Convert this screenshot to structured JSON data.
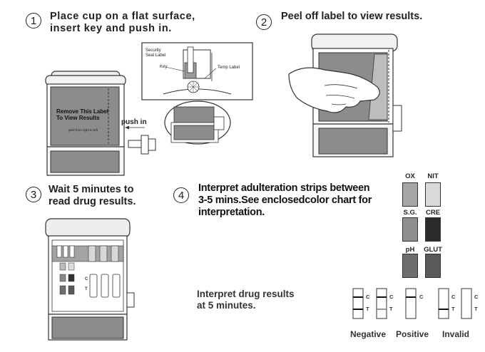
{
  "steps": [
    {
      "number": "1",
      "text": "Place cup on a flat surface,\ninsert key and push in."
    },
    {
      "number": "2",
      "text": "Peel off label to view results."
    },
    {
      "number": "3",
      "text": "Wait 5 minutes to\nread drug results."
    },
    {
      "number": "4",
      "text": "Interpret adulteration strips between\n3-5 mins.See enclosedcolor chart for\ninterpretation."
    }
  ],
  "step1_diagram": {
    "label_text": "Remove This Label\nTo View Results",
    "peel_text": "peel from right to left",
    "security_label": "Security\nSeal Label",
    "key_label": "Key",
    "temp_label": "Temp Label",
    "push_in": "push in"
  },
  "swatches": [
    {
      "label": "OX",
      "color": "#a6a6a6"
    },
    {
      "label": "NIT",
      "color": "#d9d9d9"
    },
    {
      "label": "S.G.",
      "color": "#8f8f8f"
    },
    {
      "label": "CRE",
      "color": "#2b2b2b"
    },
    {
      "label": "pH",
      "color": "#6e6e6e"
    },
    {
      "label": "GLUT",
      "color": "#595959"
    }
  ],
  "drug_results_text": "Interpret drug results\nat 5 minutes.",
  "strip_letters": {
    "c": "C",
    "t": "T"
  },
  "result_labels": {
    "negative": "Negative",
    "positive": "Positive",
    "invalid": "Invalid"
  }
}
